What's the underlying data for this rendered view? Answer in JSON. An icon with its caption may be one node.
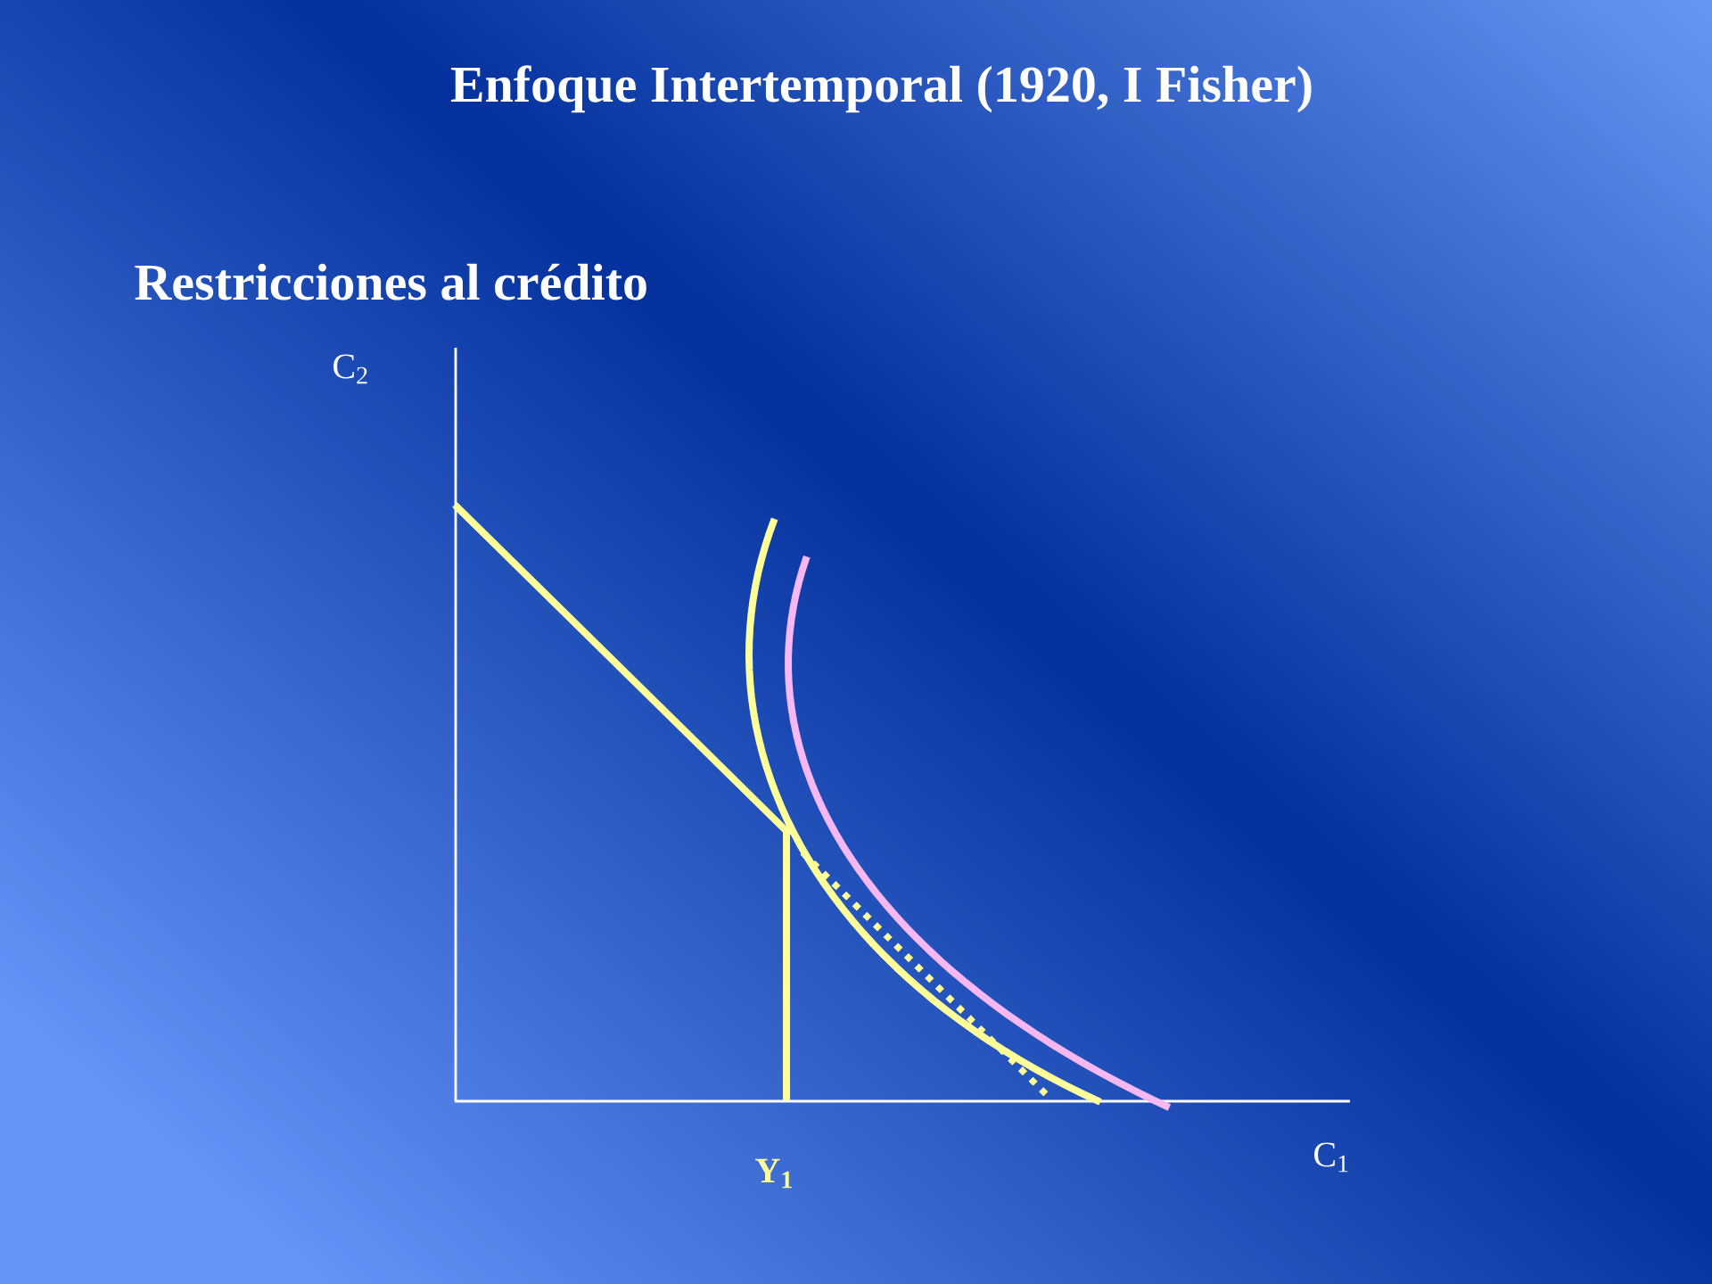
{
  "diagram": {
    "title": "Enfoque Intertemporal (1920, I Fisher)",
    "labels": [
      "Restricciones al crédito",
      "C$_{2}$",
      "Y$_{1}$",
      "C$_{1}$"
    ]
  }
}
